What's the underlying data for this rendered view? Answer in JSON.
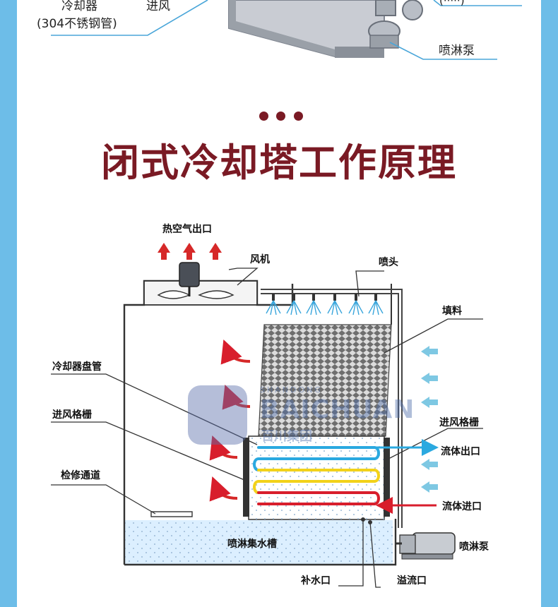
{
  "top_section": {
    "cooler_label": "冷却器",
    "cooler_material": "(304不锈钢管)",
    "air_in_label": "进风",
    "corner_fragment": "(·····)",
    "spray_pump_label": "喷淋泵"
  },
  "header": {
    "title": "闭式冷却塔工作原理"
  },
  "diagram": {
    "hot_air_outlet": "热空气出口",
    "fan": "风机",
    "nozzle": "喷头",
    "fill": "填料",
    "cooler_coil": "冷却器盘管",
    "air_inlet_grille_left": "进风格栅",
    "air_inlet_grille_right": "进风格栅",
    "fluid_outlet": "流体出口",
    "fluid_inlet": "流体进口",
    "maintenance_passage": "检修通道",
    "spray_water_tank": "喷淋集水槽",
    "spray_pump": "喷淋泵",
    "makeup_water_inlet": "补水口",
    "overflow_outlet": "溢流口"
  },
  "watermark": {
    "brand_en": "BAICHUAN",
    "brand_small": "SHANDONG",
    "brand_cn": "百川集团"
  },
  "colors": {
    "title": "#7a1a24",
    "hot_arrow": "#d62828",
    "cold_arrow": "#7ec8e3",
    "coil_blue": "#2aa9e0",
    "coil_yellow": "#f2d21a",
    "coil_red": "#d81e2c",
    "background_frame": "#6dbde8"
  }
}
